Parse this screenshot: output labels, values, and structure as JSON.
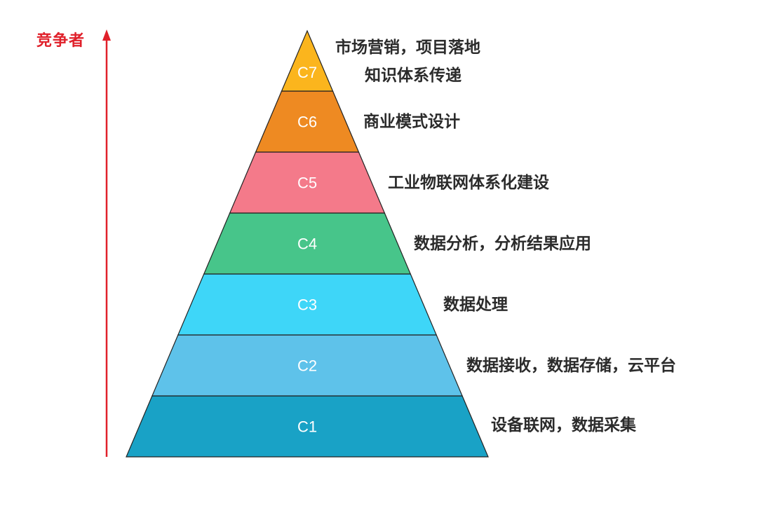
{
  "axis": {
    "label": "竞争者",
    "color": "#e0202a"
  },
  "layers": [
    {
      "code": "C1",
      "color": "#19a2c6",
      "lines": [
        "设备联网，数据采集"
      ]
    },
    {
      "code": "C2",
      "color": "#5ec2ea",
      "lines": [
        "数据接收，数据存储，云平台"
      ]
    },
    {
      "code": "C3",
      "color": "#3ed6f8",
      "lines": [
        "数据处理"
      ]
    },
    {
      "code": "C4",
      "color": "#47c58a",
      "lines": [
        "数据分析，分析结果应用"
      ]
    },
    {
      "code": "C5",
      "color": "#f47a8a",
      "lines": [
        "工业物联网体系化建设"
      ]
    },
    {
      "code": "C6",
      "color": "#ee8a22",
      "lines": [
        "商业模式设计"
      ]
    },
    {
      "code": "C7",
      "color": "#fbb51d",
      "lines": [
        "市场营销，项目落地",
        "知识体系传递"
      ]
    }
  ]
}
